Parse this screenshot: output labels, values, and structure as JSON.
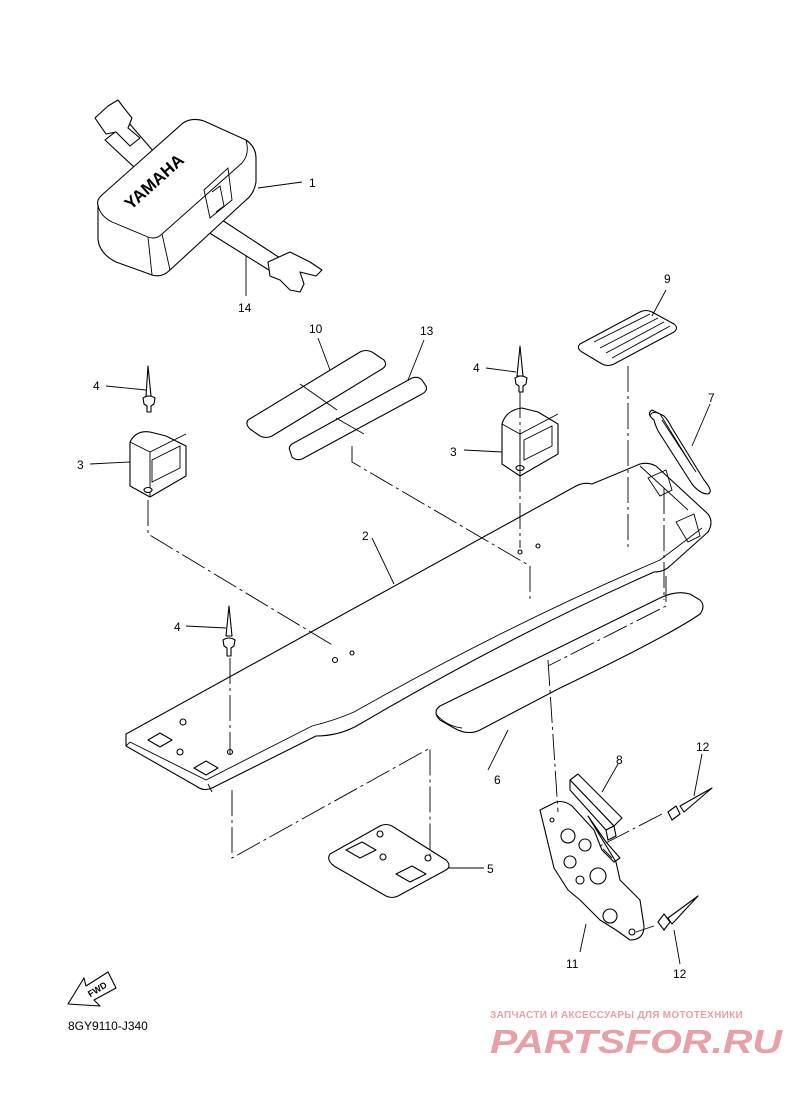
{
  "diagram_code": "8GY9110-J340",
  "fwd_label": "FWD",
  "brand_label": "YAMAHA",
  "callouts": {
    "c1": "1",
    "c2": "2",
    "c3a": "3",
    "c3b": "3",
    "c4a": "4",
    "c4b": "4",
    "c4c": "4",
    "c5": "5",
    "c6": "6",
    "c7": "7",
    "c8": "8",
    "c9": "9",
    "c10": "10",
    "c11": "11",
    "c12a": "12",
    "c12b": "12",
    "c13": "13",
    "c14": "14"
  },
  "watermark": {
    "caption": "ЗАПЧАСТИ И АКСЕССУАРЫ ДЛЯ МОТОТЕХНИКИ",
    "logo": "PARTSFOR.RU",
    "color": "#e7a0a5"
  }
}
